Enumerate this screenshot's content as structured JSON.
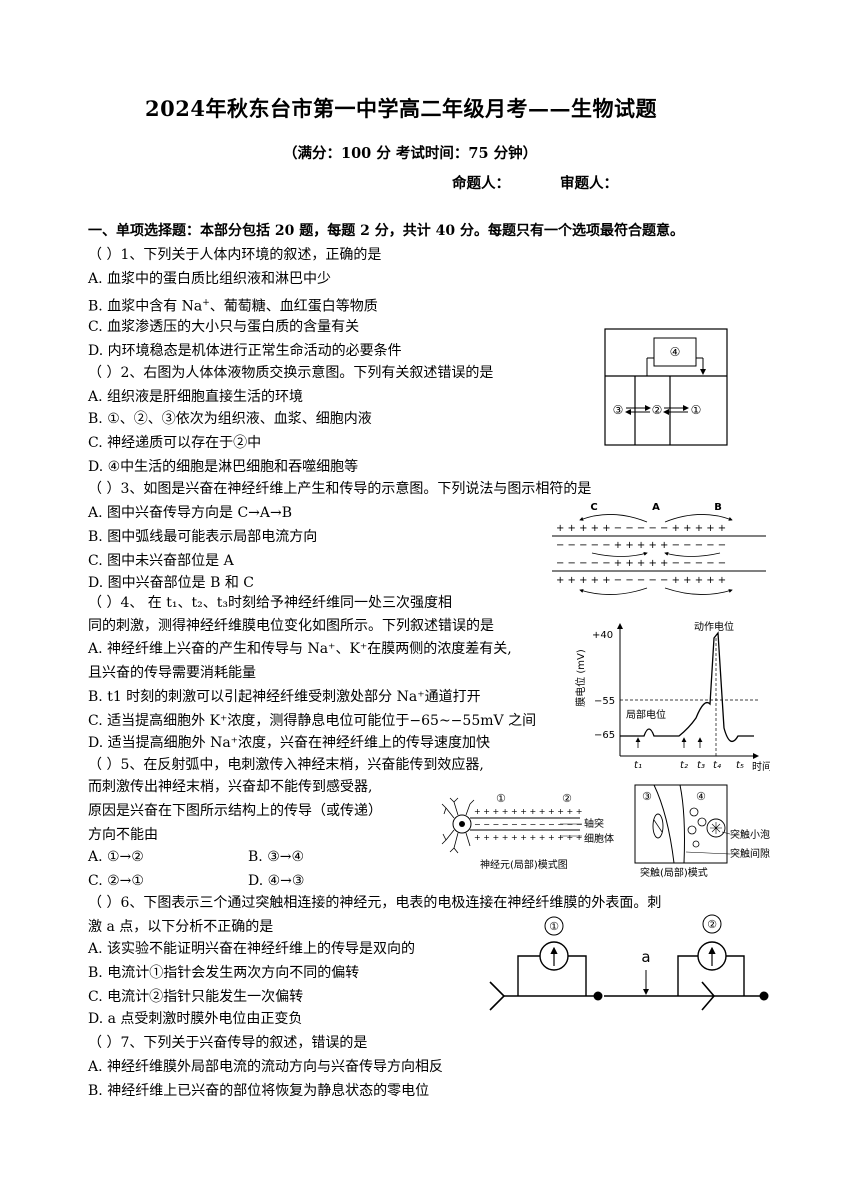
{
  "header": {
    "title": "2024年秋东台市第一中学高二年级月考——生物试题",
    "subtitle": "（满分：100 分   考试时间：75 分钟）",
    "proposer_label": "命题人：",
    "reviewer_label": "审题人："
  },
  "section1": {
    "heading": "一、单项选择题：本部分包括 20 题，每题 2 分，共计 40 分。每题只有一个选项最符合题意。"
  },
  "questions": {
    "q1": {
      "stem": "（      ）1、下列关于人体内环境的叙述，正确的是",
      "a": "A. 血浆中的蛋白质比组织液和淋巴中少",
      "b_pre": "B. 血浆中含有 Na",
      "b_sup": "+",
      "b_post": "、葡萄糖、血红蛋白等物质",
      "c": "C. 血浆渗透压的大小只与蛋白质的含量有关",
      "d": "D. 内环境稳态是机体进行正常生命活动的必要条件"
    },
    "q2": {
      "stem": "（      ）2、右图为人体体液物质交换示意图。下列有关叙述错误的是",
      "a": "A. 组织液是肝细胞直接生活的环境",
      "b": "B. ①、②、③依次为组织液、血浆、细胞内液",
      "c": "C. 神经递质可以存在于②中",
      "d": "D. ④中生活的细胞是淋巴细胞和吞噬细胞等"
    },
    "q3": {
      "stem": "（      ）3、如图是兴奋在神经纤维上产生和传导的示意图。下列说法与图示相符的是",
      "a": "A. 图中兴奋传导方向是 C→A→B",
      "b": "B. 图中弧线最可能表示局部电流方向",
      "c": "C. 图中未兴奋部位是 A",
      "d": "D. 图中兴奋部位是 B 和 C"
    },
    "q4": {
      "stem": "（      ）4、  在 t₁、t₂、t₃时刻给予神经纤维同一处三次强度相",
      "stem2": "同的刺激，测得神经纤维膜电位变化如图所示。下列叙述错误的是",
      "a": "A. 神经纤维上兴奋的产生和传导与 Na⁺、K⁺在膜两侧的浓度差有关,",
      "a2": "且兴奋的传导需要消耗能量",
      "b": "B. t1 时刻的刺激可以引起神经纤维受刺激处部分 Na⁺通道打开",
      "c": "C. 适当提高细胞外 K⁺浓度，测得静息电位可能位于−65~−55mV 之间",
      "d": "D. 适当提高细胞外 Na⁺浓度，兴奋在神经纤维上的传导速度加快"
    },
    "q5": {
      "stem": "（      ）5、在反射弧中，电刺激传入神经末梢，兴奋能传到效应器,",
      "stem2": "而刺激传出神经末梢，兴奋却不能传到感受器,",
      "stem3": "原因是兴奋在下图所示结构上的传导（或传递）",
      "stem4": "方向不能由",
      "a": "A. ①→②",
      "b": "B. ③→④",
      "c": "C. ②→①",
      "d": "D. ④→③"
    },
    "q6": {
      "stem": "（      ）6、下图表示三个通过突触相连接的神经元，电表的电极连接在神经纤维膜的外表面。刺",
      "stem2": "激 a 点，以下分析不正确的是",
      "a": "A.   该实验不能证明兴奋在神经纤维上的传导是双向的",
      "b": "B. 电流计①指针会发生两次方向不同的偏转",
      "c": "C. 电流计②指针只能发生一次偏转",
      "d": "D. a 点受刺激时膜外电位由正变负"
    },
    "q7": {
      "stem": "（      ）7、下列关于兴奋传导的叙述，错误的是",
      "a": "A. 神经纤维膜外局部电流的流动方向与兴奋传导方向相反",
      "b": "B. 神经纤维上已兴奋的部位将恢复为静息状态的零电位"
    }
  },
  "figures": {
    "fluid_exchange": {
      "labels": [
        "④",
        "③",
        "②",
        "①"
      ]
    },
    "nerve_fiber": {
      "labels": [
        "C",
        "A",
        "B"
      ],
      "row1": "+ + + + +  − − − − −  + + + + +",
      "row2": "− − − − −  + + + + +  − − − − −",
      "row3": "− − − − −  + + + + +  − − − − −",
      "row4": "+ + + + +  − − − − −  + + + + +"
    },
    "potential_chart": {
      "ylabel": "膜电位 (mV)",
      "xlabel": "时间",
      "y_ticks": [
        "+40",
        "−55",
        "−65"
      ],
      "x_ticks": [
        "t₁",
        "t₂",
        "t₃",
        "t₄",
        "t₅"
      ],
      "annot_peak": "动作电位",
      "annot_local": "局部电位"
    },
    "neuron_model": {
      "labels": [
        "①",
        "②"
      ],
      "axon": "轴突",
      "soma": "细胞体",
      "caption": "神经元(局部)模式图"
    },
    "synapse_model": {
      "labels": [
        "③",
        "④"
      ],
      "vesicle": "突触小泡",
      "cleft": "突触间隙",
      "caption": "突触(局部)模式"
    },
    "meter_circuit": {
      "meter1": "①",
      "meter2": "②",
      "point": "a"
    }
  }
}
